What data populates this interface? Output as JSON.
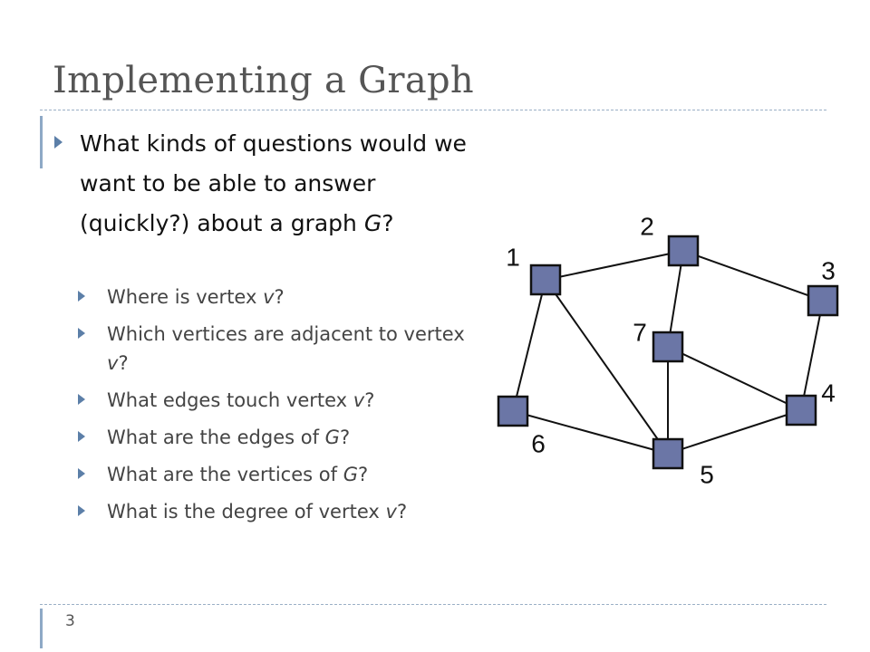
{
  "slide": {
    "title": "Implementing a Graph",
    "page_number": "3"
  },
  "main_bullet": "What kinds of questions would we want to be able to answer (quickly?) about a graph G?",
  "sub_bullets": [
    "Where is vertex v?",
    "Which vertices are adjacent to vertex v?",
    "What edges touch vertex v?",
    "What are the edges of G?",
    "What are the vertices of G?",
    "What is the degree of vertex v?"
  ],
  "graph": {
    "vertices": [
      "1",
      "2",
      "3",
      "4",
      "5",
      "6",
      "7"
    ],
    "edges": [
      [
        "1",
        "2"
      ],
      [
        "2",
        "3"
      ],
      [
        "2",
        "7"
      ],
      [
        "1",
        "6"
      ],
      [
        "1",
        "5"
      ],
      [
        "3",
        "4"
      ],
      [
        "7",
        "5"
      ],
      [
        "7",
        "4"
      ],
      [
        "4",
        "5"
      ],
      [
        "6",
        "5"
      ]
    ],
    "colors": {
      "node_fill": "#6b76a6",
      "node_stroke": "#111111",
      "edge": "#111111"
    }
  }
}
